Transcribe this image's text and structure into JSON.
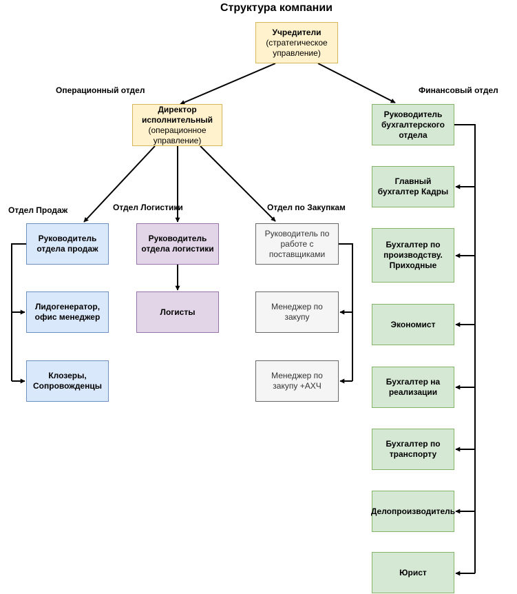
{
  "title": "Структура компании",
  "section_labels": {
    "operational": "Операционный отдел",
    "financial": "Финансовый отдел",
    "sales": "Отдел Продаж",
    "logistics": "Отдел Логистики",
    "purchasing": "Отдел по Закупкам"
  },
  "nodes": {
    "founders": {
      "title": "Учредители",
      "subtitle": "(стратегическое управление)"
    },
    "director": {
      "title": "Директор исполнительный",
      "subtitle": "(операционное управление)"
    },
    "sales_head": {
      "title": "Руководитель отдела продаж"
    },
    "leadgen": {
      "title": "Лидогенератор, офис менеджер"
    },
    "closers": {
      "title": "Клозеры, Сопровожденцы"
    },
    "logistics_head": {
      "title": "Руководитель отдела логистики"
    },
    "logisticians": {
      "title": "Логисты"
    },
    "supplier_head": {
      "title": "Руководитель по работе с поставщиками"
    },
    "purchase_manager": {
      "title": "Менеджер по закупу"
    },
    "purchase_manager_ahch": {
      "title": "Менеджер по закупу +АХЧ"
    },
    "accounting_head": {
      "title": "Руководитель бухгалтерского отдела"
    },
    "chief_accountant": {
      "title": "Главный бухгалтер Кадры"
    },
    "production_accountant": {
      "title": "Бухгалтер по производству. Приходные"
    },
    "economist": {
      "title": "Экономист"
    },
    "sales_accountant": {
      "title": "Бухгалтер на реализации"
    },
    "transport_accountant": {
      "title": "Бухгалтер по транспорту"
    },
    "clerk": {
      "title": "Делопроизводитель"
    },
    "lawyer": {
      "title": "Юрист"
    }
  },
  "colors": {
    "yellow_fill": "#fff2cc",
    "blue_fill": "#dae8fc",
    "purple_fill": "#e1d5e7",
    "gray_fill": "#f5f5f5",
    "green_fill": "#d5e8d4"
  }
}
